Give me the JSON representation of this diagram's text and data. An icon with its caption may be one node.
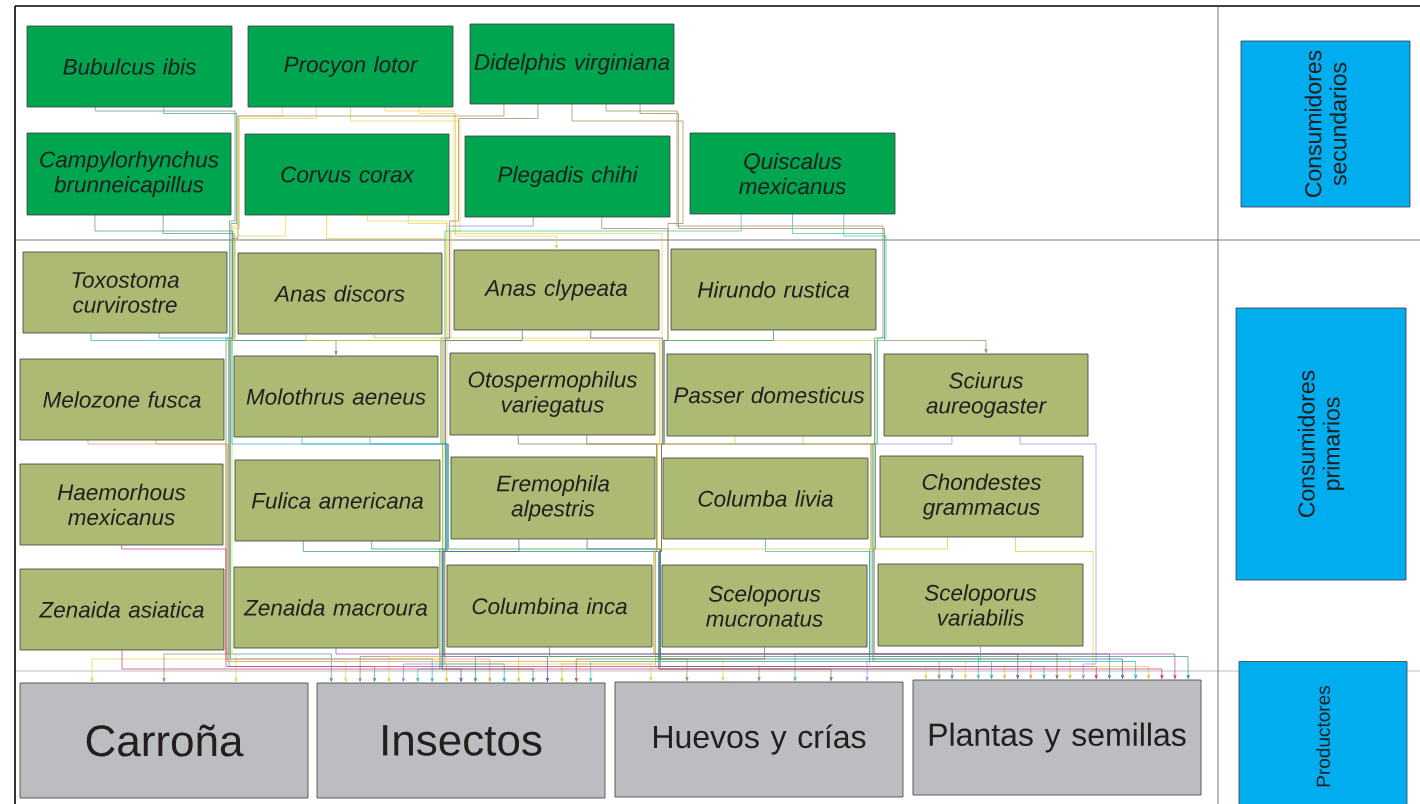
{
  "diagram": {
    "nodes": [
      {
        "text": [
          "Bubulcus ibis"
        ]
      },
      {
        "text": [
          "Procyon lotor"
        ]
      },
      {
        "text": [
          "Didelphis virginiana"
        ]
      },
      {
        "text": [
          "Campylorhynchus brunneicapillus"
        ]
      },
      {
        "text": [
          "Corvus corax"
        ]
      },
      {
        "text": [
          "Plegadis chihi"
        ]
      },
      {
        "text": [
          "Quiscalus mexicanus"
        ]
      },
      {
        "text": [
          "Toxostoma curvirostre"
        ]
      },
      {
        "text": [
          "Anas discors"
        ]
      },
      {
        "text": [
          "Anas clypeata"
        ]
      },
      {
        "text": [
          "Hirundo rustica"
        ]
      },
      {
        "text": [
          "Melozone fusca"
        ]
      },
      {
        "text": [
          "Molothrus aeneus"
        ]
      },
      {
        "text": [
          "Otospermophilus variegatus"
        ]
      },
      {
        "text": [
          "Passer domesticus"
        ]
      },
      {
        "text": [
          "Sciurus aureogaster"
        ]
      },
      {
        "text": [
          "Haemorhous mexicanus"
        ]
      },
      {
        "text": [
          "Fulica americana"
        ]
      },
      {
        "text": [
          "Eremophila alpestris"
        ]
      },
      {
        "text": [
          "Columba livia"
        ]
      },
      {
        "text": [
          "Chondestes grammacus"
        ]
      },
      {
        "text": [
          "Zenaida asiatica"
        ]
      },
      {
        "text": [
          "Zenaida macroura"
        ]
      },
      {
        "text": [
          "Columbina inca"
        ]
      },
      {
        "text": [
          "Sceloporus mucronatus"
        ]
      },
      {
        "text": [
          "Sceloporus variabilis"
        ]
      },
      {
        "text": [
          "Carroña"
        ]
      },
      {
        "text": [
          "Insectos"
        ]
      },
      {
        "text": [
          "Huevos y crías"
        ]
      },
      {
        "text": [
          "Plantas y semillas"
        ]
      },
      {
        "text": [
          "Consumidores secundarios"
        ]
      },
      {
        "text": [
          "Consumidores primarios"
        ]
      },
      {
        "text": [
          "Productores"
        ]
      }
    ],
    "edges": [
      {
        "from": 0,
        "to": 27,
        "arrow": "to",
        "color": "#4e9a78"
      },
      {
        "from": 0,
        "to": 12,
        "arrow": "to",
        "color": "#4e9a78"
      },
      {
        "from": 1,
        "to": 26,
        "arrow": "to",
        "color": "#e6d345"
      },
      {
        "from": 1,
        "to": 27,
        "arrow": "to",
        "color": "#e6d345"
      },
      {
        "from": 1,
        "to": 28,
        "arrow": "to",
        "color": "#e6d345"
      },
      {
        "from": 1,
        "to": 29,
        "arrow": "to",
        "color": "#e6d345"
      },
      {
        "from": 1,
        "to": 9,
        "arrow": "to",
        "color": "#e6d345"
      },
      {
        "from": 2,
        "to": 26,
        "arrow": "to",
        "color": "#a08456"
      },
      {
        "from": 2,
        "to": 27,
        "arrow": "to",
        "color": "#a08456"
      },
      {
        "from": 2,
        "to": 28,
        "arrow": "to",
        "color": "#a08456"
      },
      {
        "from": 2,
        "to": 29,
        "arrow": "to",
        "color": "#a08456"
      },
      {
        "from": 2,
        "to": 15,
        "arrow": "to",
        "color": "#a08456"
      },
      {
        "from": 3,
        "to": 27,
        "arrow": "to",
        "color": "#4e9a78"
      },
      {
        "from": 3,
        "to": 29,
        "arrow": "to",
        "color": "#4e9a78"
      },
      {
        "from": 4,
        "to": 26,
        "arrow": "to",
        "color": "#e6d345"
      },
      {
        "from": 4,
        "to": 27,
        "arrow": "to",
        "color": "#e6d345"
      },
      {
        "from": 4,
        "to": 28,
        "arrow": "to",
        "color": "#e6d345"
      },
      {
        "from": 4,
        "to": 29,
        "arrow": "to",
        "color": "#e6d345"
      },
      {
        "from": 5,
        "to": 27,
        "arrow": "to",
        "color": "#8888dd"
      },
      {
        "from": 5,
        "to": 28,
        "arrow": "to",
        "color": "#a08456"
      },
      {
        "from": 6,
        "to": 27,
        "arrow": "to",
        "color": "#3cc29e"
      },
      {
        "from": 6,
        "to": 28,
        "arrow": "to",
        "color": "#3cc29e"
      },
      {
        "from": 6,
        "to": 29,
        "arrow": "to",
        "color": "#3cc29e"
      },
      {
        "from": 7,
        "to": 27,
        "arrow": "to",
        "color": "#2ab0c8"
      },
      {
        "from": 7,
        "to": 29,
        "arrow": "to",
        "color": "#2ab0c8"
      },
      {
        "from": 8,
        "to": 27,
        "arrow": "to",
        "color": "#d4c830"
      },
      {
        "from": 8,
        "to": 29,
        "arrow": "to",
        "color": "#d4c830"
      },
      {
        "from": 9,
        "to": 27,
        "arrow": "to",
        "color": "#5a5aa8"
      },
      {
        "from": 9,
        "to": 29,
        "arrow": "to",
        "color": "#5a5aa8"
      },
      {
        "from": 10,
        "to": 27,
        "arrow": "to",
        "color": "#2e9a6e"
      },
      {
        "from": 11,
        "to": 27,
        "arrow": "to",
        "color": "#e89a58"
      },
      {
        "from": 11,
        "to": 29,
        "arrow": "to",
        "color": "#e89a58"
      },
      {
        "from": 12,
        "to": 27,
        "arrow": "to",
        "color": "#2ab0c8"
      },
      {
        "from": 12,
        "to": 29,
        "arrow": "to",
        "color": "#2ab0c8"
      },
      {
        "from": 13,
        "to": 28,
        "arrow": "to",
        "color": "#8a7040"
      },
      {
        "from": 13,
        "to": 29,
        "arrow": "to",
        "color": "#8a7040"
      },
      {
        "from": 14,
        "to": 27,
        "arrow": "to",
        "color": "#d4c830"
      },
      {
        "from": 14,
        "to": 29,
        "arrow": "to",
        "color": "#d4c830"
      },
      {
        "from": 15,
        "to": 28,
        "arrow": "to",
        "color": "#9090e0"
      },
      {
        "from": 15,
        "to": 29,
        "arrow": "to",
        "color": "#9090e0"
      },
      {
        "from": 16,
        "to": 29,
        "arrow": "to",
        "color": "#c03090"
      },
      {
        "from": 17,
        "to": 27,
        "arrow": "to",
        "color": "#2e9a6e"
      },
      {
        "from": 17,
        "to": 29,
        "arrow": "to",
        "color": "#2e9a6e"
      },
      {
        "from": 18,
        "to": 27,
        "arrow": "to",
        "color": "#5a5aa8"
      },
      {
        "from": 18,
        "to": 29,
        "arrow": "to",
        "color": "#5a5aa8"
      },
      {
        "from": 19,
        "to": 29,
        "arrow": "to",
        "color": "#2ab0c8"
      },
      {
        "from": 20,
        "to": 27,
        "arrow": "to",
        "color": "#d4c830"
      },
      {
        "from": 20,
        "to": 29,
        "arrow": "to",
        "color": "#d4c830"
      },
      {
        "from": 21,
        "to": 29,
        "arrow": "to",
        "color": "#d0306a"
      },
      {
        "from": 22,
        "to": 29,
        "arrow": "to",
        "color": "#b040b0"
      },
      {
        "from": 23,
        "to": 29,
        "arrow": "to",
        "color": "#2e9a6e"
      },
      {
        "from": 24,
        "to": 27,
        "arrow": "to",
        "color": "#8a7040"
      },
      {
        "from": 25,
        "to": 27,
        "arrow": "to",
        "color": "#3cc29e"
      }
    ]
  }
}
